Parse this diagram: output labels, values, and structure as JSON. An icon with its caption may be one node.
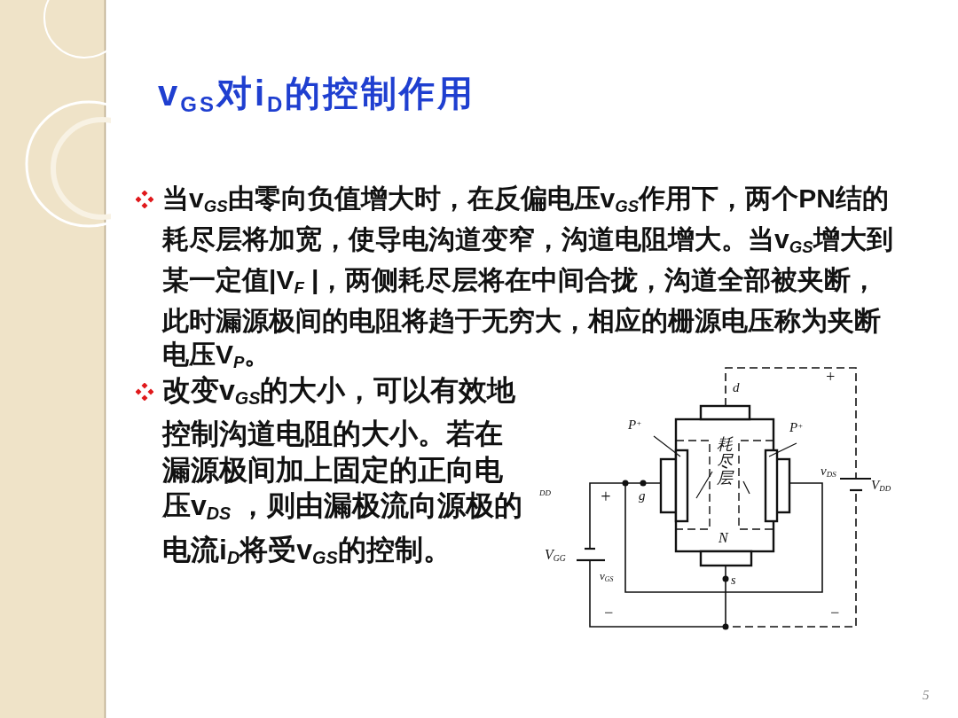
{
  "diagram": {
    "title": "v$_{GS}$对i$_{D}$的控制作用",
    "labels": [
      "当v$_{GS}$由零向负值增大时，在反偏电压v$_{GS}$作用下，两个PN结的耗尽层将加宽，使导电沟道变窄，沟道电阻增大。当v$_{GS}$增大到某一定值|V$_{F}$ |，两侧耗尽层将在中间合拢，沟道全部被夹断，此时漏源极间的电阻将趋于无穷大，相应的栅源电压称为夹断电压V$_{P}$。",
      "改变v$_{GS}$的大小，可以有效地控制沟道电阻的大小。若在漏源极间加上固定的正向电压v$_{DS}$ ，则由漏极流向源极的电流i$_{D}$将受v$_{GS}$的控制。",
      "+",
      "d",
      "P$^{+}$",
      "P$^{+}$",
      "耗尽层",
      "v$_{DS}$",
      "V$_{DD}$",
      "DD",
      "+",
      "g",
      "N",
      "V$_{GG}$",
      "v$_{GS}$",
      "s",
      "−",
      "−",
      "5"
    ]
  }
}
